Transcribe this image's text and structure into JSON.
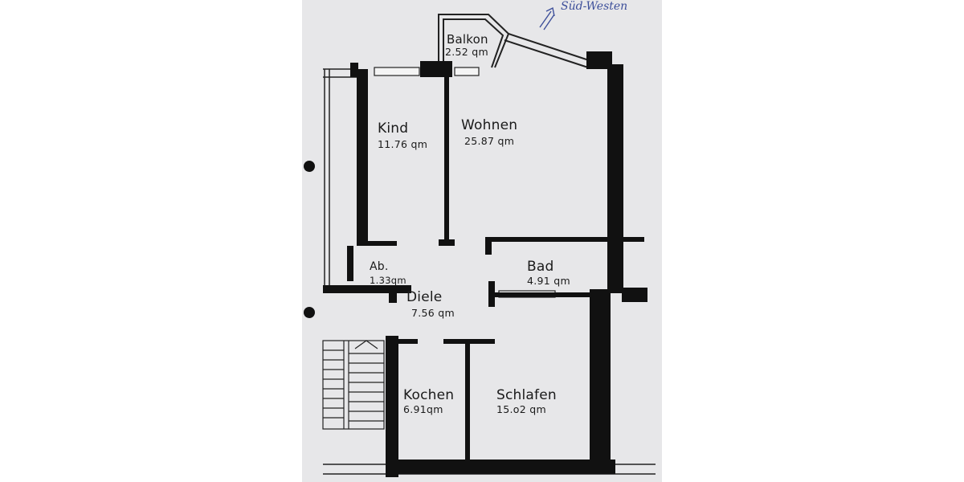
{
  "rooms": {
    "balkon": {
      "name": "Balkon",
      "area": "2.52 qm"
    },
    "kind": {
      "name": "Kind",
      "area": "11.76 qm"
    },
    "wohnen": {
      "name": "Wohnen",
      "area": "25.87 qm"
    },
    "ab": {
      "name": "Ab.",
      "area": "1.33qm"
    },
    "bad": {
      "name": "Bad",
      "area": "4.91 qm"
    },
    "diele": {
      "name": "Diele",
      "area": "7.56 qm"
    },
    "kochen": {
      "name": "Kochen",
      "area": "6.91qm"
    },
    "schlafen": {
      "name": "Schlafen",
      "area": "15.o2 qm"
    }
  },
  "orientation_note": "Süd-Westen",
  "colors": {
    "wall": "#111111",
    "paper": "#e7e7e9",
    "ink": "#3d4f9a"
  }
}
